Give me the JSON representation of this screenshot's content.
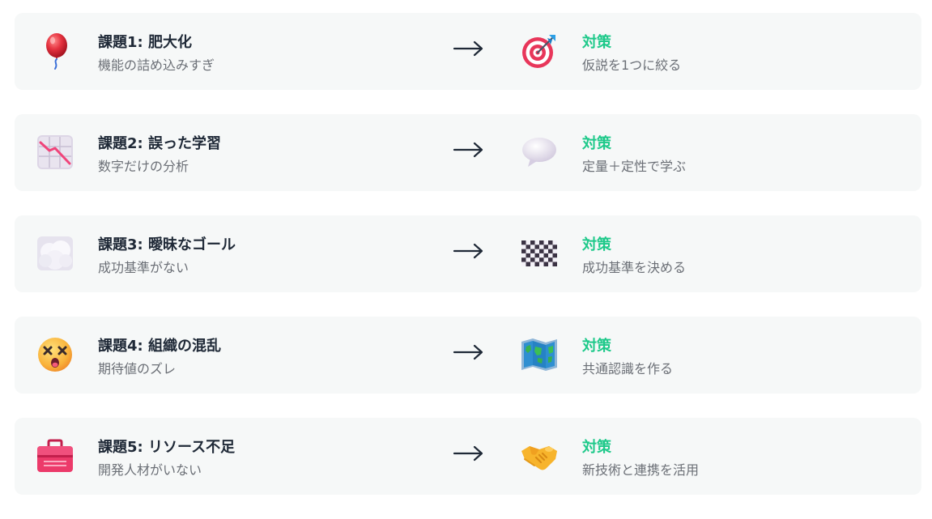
{
  "colors": {
    "card_bg": "#f6f8f8",
    "title_text": "#1f2937",
    "sub_text": "#6b6f76",
    "solution_accent": "#1ec98a"
  },
  "rows": [
    {
      "problem_icon": "balloon-icon",
      "problem_title": "課題1: 肥大化",
      "problem_sub": "機能の詰め込みすぎ",
      "arrow_icon": "right-arrow-icon",
      "solution_icon": "target-dart-icon",
      "solution_title": "対策",
      "solution_sub": "仮説を1つに絞る"
    },
    {
      "problem_icon": "chart-decreasing-icon",
      "problem_title": "課題2: 誤った学習",
      "problem_sub": "数字だけの分析",
      "arrow_icon": "right-arrow-icon",
      "solution_icon": "speech-bubble-icon",
      "solution_title": "対策",
      "solution_sub": "定量＋定性で学ぶ"
    },
    {
      "problem_icon": "fog-cloud-icon",
      "problem_title": "課題3: 曖昧なゴール",
      "problem_sub": "成功基準がない",
      "arrow_icon": "right-arrow-icon",
      "solution_icon": "checkered-flag-icon",
      "solution_title": "対策",
      "solution_sub": "成功基準を決める"
    },
    {
      "problem_icon": "dizzy-face-icon",
      "problem_title": "課題4: 組織の混乱",
      "problem_sub": "期待値のズレ",
      "arrow_icon": "right-arrow-icon",
      "solution_icon": "world-map-icon",
      "solution_title": "対策",
      "solution_sub": "共通認識を作る"
    },
    {
      "problem_icon": "toolbox-icon",
      "problem_title": "課題5: リソース不足",
      "problem_sub": "開発人材がいない",
      "arrow_icon": "right-arrow-icon",
      "solution_icon": "handshake-icon",
      "solution_title": "対策",
      "solution_sub": "新技術と連携を活用"
    }
  ]
}
